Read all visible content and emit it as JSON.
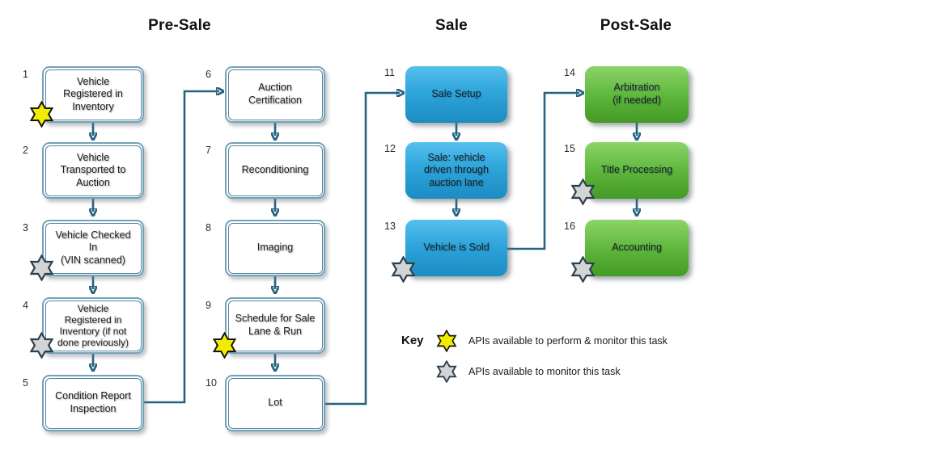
{
  "sections": [
    {
      "label": "Pre-Sale"
    },
    {
      "label": "Sale"
    },
    {
      "label": "Post-Sale"
    }
  ],
  "nodes": [
    {
      "number": "1",
      "label": "Vehicle\nRegistered in\nInventory",
      "phase": "Pre-Sale",
      "star": "yellow"
    },
    {
      "number": "2",
      "label": "Vehicle\nTransported to\nAuction",
      "phase": "Pre-Sale",
      "star": null
    },
    {
      "number": "3",
      "label": "Vehicle Checked\nIn\n(VIN scanned)",
      "phase": "Pre-Sale",
      "star": "gray"
    },
    {
      "number": "4",
      "label": "Vehicle\nRegistered in\nInventory (if not\ndone previously)",
      "phase": "Pre-Sale",
      "star": "gray"
    },
    {
      "number": "5",
      "label": "Condition Report\nInspection",
      "phase": "Pre-Sale",
      "star": null
    },
    {
      "number": "6",
      "label": "Auction\nCertification",
      "phase": "Pre-Sale",
      "star": null
    },
    {
      "number": "7",
      "label": "Reconditioning",
      "phase": "Pre-Sale",
      "star": null
    },
    {
      "number": "8",
      "label": "Imaging",
      "phase": "Pre-Sale",
      "star": null
    },
    {
      "number": "9",
      "label": "Schedule for Sale\nLane & Run",
      "phase": "Pre-Sale",
      "star": "yellow"
    },
    {
      "number": "10",
      "label": "Lot",
      "phase": "Pre-Sale",
      "star": null
    },
    {
      "number": "11",
      "label": "Sale Setup",
      "phase": "Sale",
      "star": null
    },
    {
      "number": "12",
      "label": "Sale: vehicle\ndriven through\nauction lane",
      "phase": "Sale",
      "star": null
    },
    {
      "number": "13",
      "label": "Vehicle is Sold",
      "phase": "Sale",
      "star": "gray"
    },
    {
      "number": "14",
      "label": "Arbitration\n(if needed)",
      "phase": "Post-Sale",
      "star": null
    },
    {
      "number": "15",
      "label": "Title Processing",
      "phase": "Post-Sale",
      "star": "gray"
    },
    {
      "number": "16",
      "label": "Accounting",
      "phase": "Post-Sale",
      "star": "gray"
    }
  ],
  "key": {
    "title": "Key",
    "items": [
      {
        "star": "yellow",
        "label": "APIs available to perform & monitor this task"
      },
      {
        "star": "gray",
        "label": "APIs available to monitor this task"
      }
    ]
  },
  "colors": {
    "connector": "#26647F",
    "outline_box_border_outer": "#74A2B8",
    "outline_box_border_inner": "#4E87A0",
    "blue_box_top": "#56C0EE",
    "blue_box_bottom": "#1C8CC2",
    "green_box_top": "#8BD469",
    "green_box_bottom": "#449A26",
    "star_yellow_fill": "#F2EC00",
    "star_gray_fill": "#D2D4D6",
    "star_outline": "#2C3F50"
  }
}
